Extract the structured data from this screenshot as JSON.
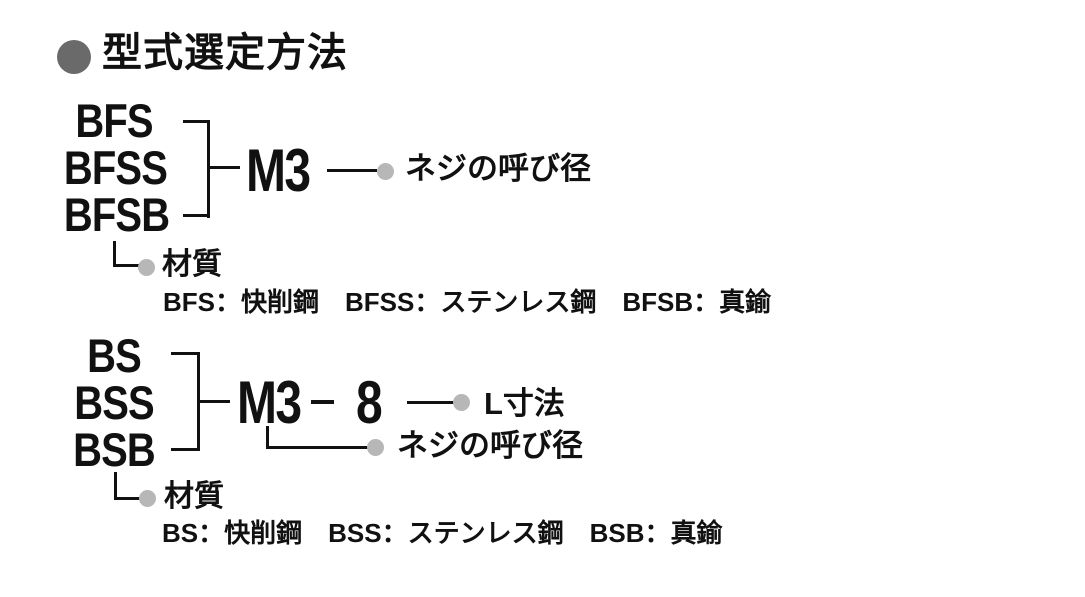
{
  "page": {
    "title": "型式選定方法"
  },
  "colors": {
    "ink": "#111111",
    "title_bullet": "#6a6a6a",
    "terminal_dot": "#b7b7b7",
    "background": "#ffffff"
  },
  "icons": {
    "title_bullet": "filled-circle",
    "terminal_dot": "filled-circle"
  },
  "diagram1": {
    "models": [
      "BFS",
      "BFSS",
      "BFSB"
    ],
    "thread_code": "M3",
    "thread_label": "ネジの呼び径",
    "material_label": "材質",
    "material_legend": "BFS：快削鋼　BFSS：ステンレス鋼　BFSB：真鍮"
  },
  "diagram2": {
    "models": [
      "BS",
      "BSS",
      "BSB"
    ],
    "thread_code": "M3",
    "length_code": "8",
    "length_label": "L寸法",
    "thread_label": "ネジの呼び径",
    "material_label": "材質",
    "material_legend": "BS：快削鋼　BSS：ステンレス鋼　BSB：真鍮"
  }
}
